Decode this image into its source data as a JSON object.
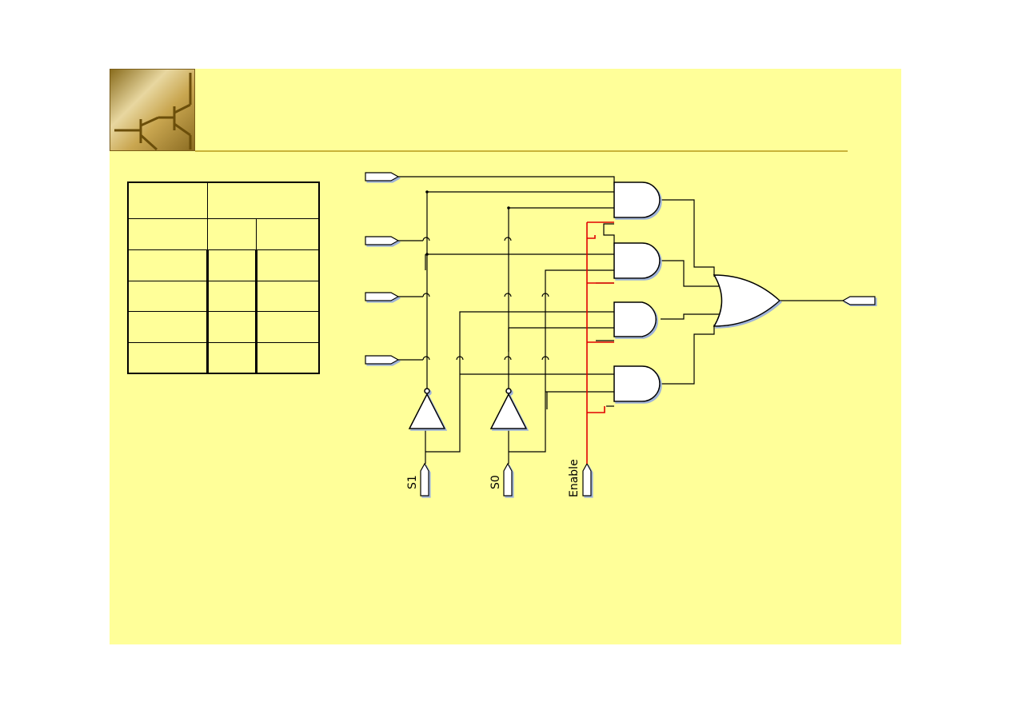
{
  "diagram": {
    "inputs": {
      "s1_label": "S1",
      "s0_label": "S0",
      "enable_label": "Enable"
    },
    "colors": {
      "slide_background": "#ffff99",
      "title_rule": "#c9b33a",
      "wire": "#000000",
      "enable_wire": "#e00000",
      "gate_fill": "#ffffff"
    },
    "gates": [
      "and-gate",
      "and-gate",
      "and-gate",
      "and-gate",
      "or-gate",
      "not-gate",
      "not-gate"
    ]
  }
}
